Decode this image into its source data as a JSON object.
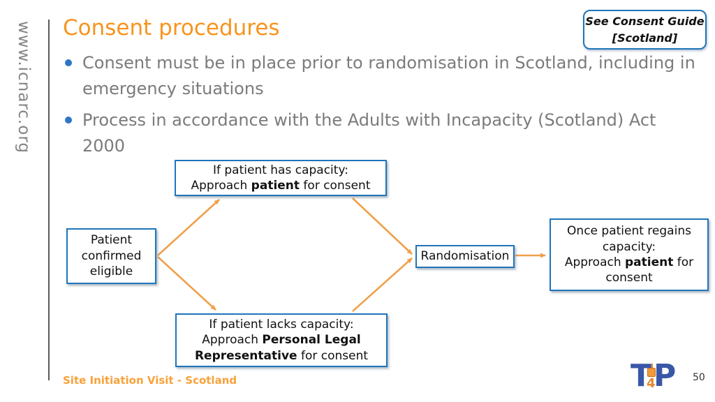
{
  "slide": {
    "url_watermark": "www.icnarc.org",
    "title": "Consent procedures",
    "guide_box": {
      "line1": "See Consent Guide",
      "line2": "[Scotland]"
    },
    "bullets": [
      {
        "text": "Consent must be in place prior to randomisation in Scotland, including in emergency situations"
      },
      {
        "text": "Process in accordance with the Adults with Incapacity (Scotland) Act 2000"
      }
    ],
    "footer": "Site Initiation Visit - Scotland",
    "page_number": "50",
    "logo": {
      "t": "T",
      "four": "4",
      "p": "P"
    }
  },
  "flowchart": {
    "eligible": {
      "text": "Patient confirmed eligible"
    },
    "has_capacity": {
      "line1": "If patient has capacity:",
      "line2_pre": "Approach ",
      "line2_bold": "patient",
      "line2_post": " for consent"
    },
    "lacks_capacity": {
      "line1": "If patient lacks capacity:",
      "line2_pre": "Approach ",
      "line2_bold": "Personal Legal Representative",
      "line2_post": " for consent"
    },
    "randomisation": {
      "text": "Randomisation"
    },
    "regains": {
      "line1": "Once patient regains capacity:",
      "line2_pre": "Approach ",
      "line2_bold": "patient",
      "line2_post": " for consent"
    }
  },
  "colors": {
    "title_orange": "#F7941E",
    "footer_orange": "#F8A13A",
    "body_gray": "#7B7B7B",
    "bullet_blue": "#2E75C6",
    "box_border_blue": "#1F75BB",
    "arrow_orange": "#EFA04B",
    "logo_blue": "#3A57A7",
    "logo_orange": "#E8862B"
  }
}
